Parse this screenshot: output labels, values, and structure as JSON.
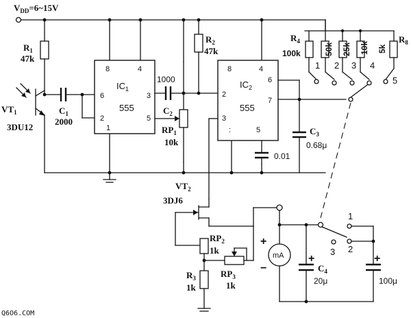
{
  "supply": {
    "label": "V",
    "sub": "DD",
    "value": "=6~15V"
  },
  "components": {
    "R1": {
      "name": "R",
      "sub": "1",
      "value": "47k"
    },
    "R2": {
      "name": "R",
      "sub": "2",
      "value": "47k"
    },
    "R3": {
      "name": "R",
      "sub": "3",
      "value": "1k"
    },
    "R4": {
      "name": "R",
      "sub": "4",
      "value": "100k"
    },
    "R8": {
      "name": "R",
      "sub": "8"
    },
    "bank_values": [
      "50k",
      "25k",
      "10k",
      "5k"
    ],
    "C1": {
      "name": "C",
      "sub": "1",
      "value": "2000"
    },
    "C2": {
      "name": "C",
      "sub": "2",
      "value": "1000"
    },
    "C3": {
      "name": "C",
      "sub": "3",
      "value": "0.68μ"
    },
    "C4": {
      "name": "C",
      "sub": "4",
      "value": "20μ"
    },
    "C5": {
      "value": "100μ"
    },
    "C_bypass": {
      "value": "0.01"
    },
    "VT1": {
      "name": "VT",
      "sub": "1",
      "part": "3DU12"
    },
    "VT2": {
      "name": "VT",
      "sub": "2",
      "part": "3DJ6"
    },
    "RP1": {
      "name": "RP",
      "sub": "1",
      "value": "10k"
    },
    "RP2": {
      "name": "RP",
      "sub": "2",
      "value": "1k"
    },
    "RP3": {
      "name": "RP",
      "sub": "3",
      "value": "1k"
    },
    "IC1": {
      "name": "IC",
      "sub": "1",
      "type": "555",
      "pins": [
        "8",
        "4",
        "6",
        "3",
        "2",
        "5",
        "1"
      ]
    },
    "IC2": {
      "name": "IC",
      "sub": "2",
      "type": "555",
      "pins": [
        "8",
        "4",
        "6",
        "2",
        "7",
        "3",
        ":",
        "5"
      ]
    },
    "meter": {
      "label": "mA",
      "plus": "+",
      "minus": "−"
    }
  },
  "switch_range": {
    "positions": [
      "1",
      "2",
      "3",
      "4",
      "5"
    ]
  },
  "switch_filter": {
    "positions": [
      "1",
      "2",
      "3"
    ]
  },
  "cap_polarity": "+",
  "watermark": "Q6O6.COM"
}
